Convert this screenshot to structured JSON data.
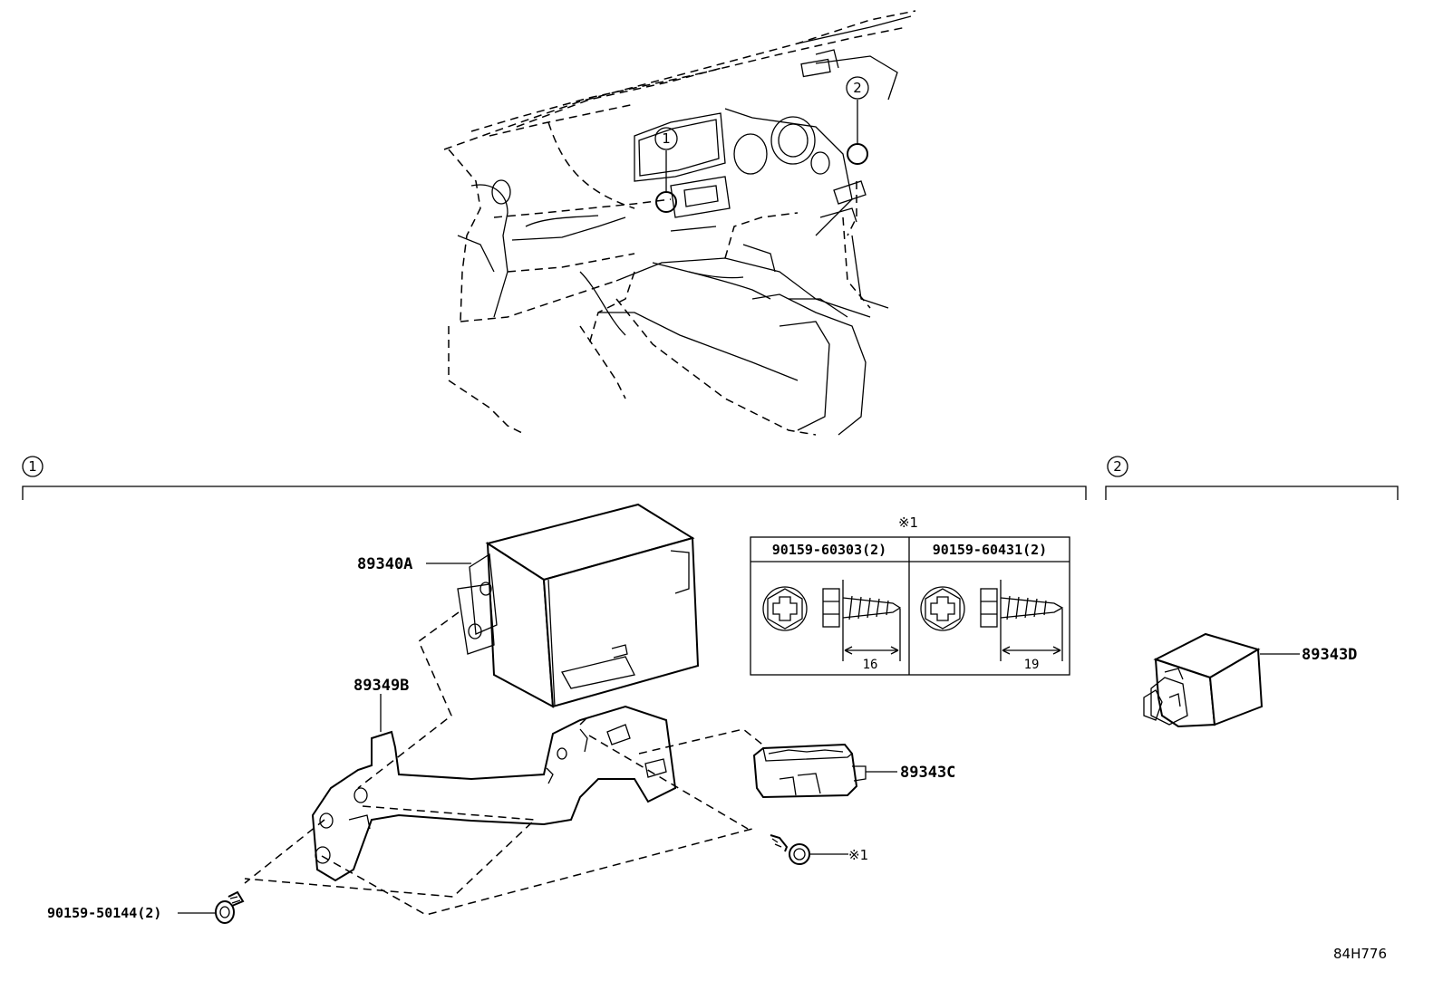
{
  "diagram": {
    "callouts": {
      "one": "1",
      "two": "2"
    },
    "section_markers": {
      "one": "1",
      "two": "2"
    },
    "parts": {
      "ecu": "89340A",
      "bracket": "89349B",
      "connector": "89343C",
      "sensor": "89343D",
      "bottom_screw": "90159-50144(2)"
    },
    "screw_table": {
      "header_mark": "※1",
      "col1": "90159-60303(2)",
      "col2": "90159-60431(2)",
      "len1": "16",
      "len2": "19"
    },
    "screw_ref": "※1",
    "diagram_code": "84H776"
  }
}
